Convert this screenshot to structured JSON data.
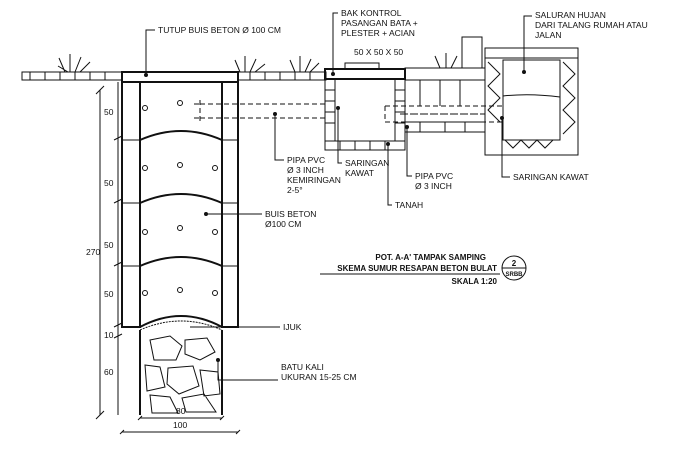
{
  "labels": {
    "tutup": "TUTUP BUIS BETON Ø 100 CM",
    "bak1": "BAK KONTROL",
    "bak2": "PASANGAN BATA +",
    "bak3": "PLESTER + ACIAN",
    "bak_size": "50 X 50 X 50",
    "saluran1": "SALURAN HUJAN",
    "saluran2": "DARI TALANG RUMAH ATAU",
    "saluran3": "JALAN",
    "pipa1_1": "PIPA PVC",
    "pipa1_2": "Ø 3 INCH",
    "pipa1_3": "KEMIRINGAN",
    "pipa1_4": "2-5°",
    "saringan1_1": "SARINGAN",
    "saringan1_2": "KAWAT",
    "pipa2_1": "PIPA PVC",
    "pipa2_2": "Ø 3 INCH",
    "tanah": "TANAH",
    "saringan2": "SARINGAN KAWAT",
    "buis1": "BUIS BETON",
    "buis2": "Ø100 CM",
    "ijuk": "IJUK",
    "batu1": "BATU KALI",
    "batu2": "UKURAN 15-25 CM"
  },
  "title": {
    "line1": "POT. A-A' TAMPAK SAMPING",
    "line2": "SKEMA SUMUR RESAPAN BETON BULAT",
    "scale": "SKALA 1:20",
    "badge_num": "2",
    "badge_code": "SRBB"
  },
  "dimensions": {
    "total": "270",
    "segments": [
      "50",
      "50",
      "50",
      "50",
      "10",
      "60"
    ],
    "inner_width": "80",
    "outer_width": "100"
  }
}
